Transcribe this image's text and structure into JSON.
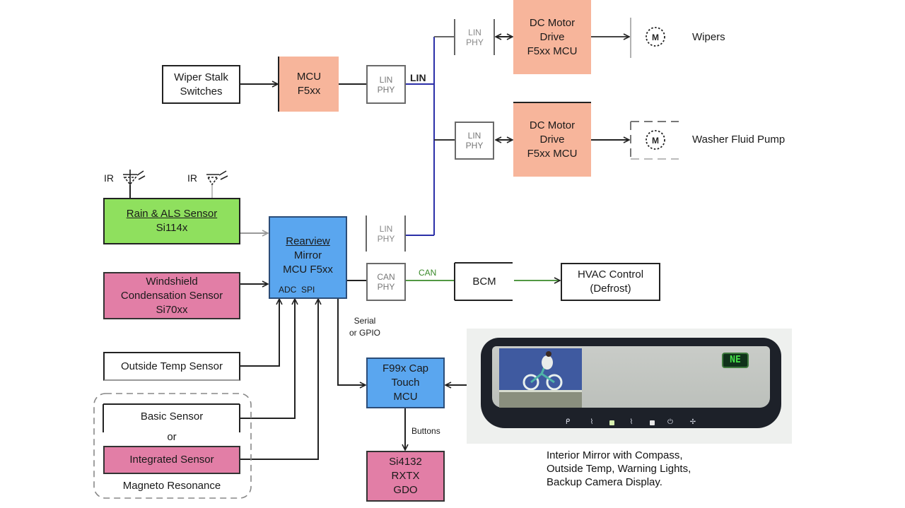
{
  "colors": {
    "lin_bus": "#2b2fa8",
    "can_bus": "#3a8a2a",
    "mcu_salmon": "#f7b59b",
    "sensor_green": "#8fe05e",
    "sensor_pink": "#e27ea6",
    "mcu_blue": "#5aa6ef"
  },
  "blocks": {
    "wiper_stalk": [
      "Wiper Stalk",
      "Switches"
    ],
    "mcu_f5xx": [
      "MCU",
      "F5xx"
    ],
    "lin_phy_main": [
      "LIN",
      "PHY"
    ],
    "lin_phy_wipers": [
      "LIN",
      "PHY"
    ],
    "lin_phy_washer": [
      "LIN",
      "PHY"
    ],
    "lin_phy_mirror": [
      "LIN",
      "PHY"
    ],
    "can_phy": [
      "CAN",
      "PHY"
    ],
    "dc_motor_wipers": [
      "DC Motor",
      "Drive",
      "F5xx MCU"
    ],
    "dc_motor_washer": [
      "DC Motor",
      "Drive",
      "F5xx MCU"
    ],
    "rain_als": [
      "Rain & ALS Sensor",
      "Si114x"
    ],
    "windshield": [
      "Windshield",
      "Condensation Sensor",
      "Si70xx"
    ],
    "mirror_mcu": [
      "Rearview",
      "Mirror",
      "MCU F5xx",
      "ADC  SPI"
    ],
    "bcm": "BCM",
    "hvac": [
      "HVAC Control",
      "(Defrost)"
    ],
    "outside_temp": "Outside Temp Sensor",
    "basic_sensor": "Basic Sensor",
    "or": "or",
    "integrated_sensor": "Integrated Sensor",
    "magneto_group": "Magneto Resonance",
    "cap_touch": [
      "F99x Cap",
      "Touch",
      "MCU"
    ],
    "si4132": [
      "Si4132",
      "RXTX",
      "GDO"
    ]
  },
  "labels": {
    "lin": "LIN",
    "can": "CAN",
    "serial_gpio": [
      "Serial",
      "or GPIO"
    ],
    "buttons": "Buttons",
    "ir1": "IR",
    "ir2": "IR",
    "wipers": "Wipers",
    "washer_pump": "Washer Fluid Pump",
    "motor_symbol": "M"
  },
  "mirror": {
    "compass": "NE",
    "button_glyphs": [
      "ᑭ",
      "⌇",
      "",
      "⌇",
      "",
      "⏻",
      "✢"
    ],
    "caption": [
      "Interior Mirror with Compass,",
      "Outside Temp, Warning Lights,",
      "Backup Camera Display."
    ]
  }
}
